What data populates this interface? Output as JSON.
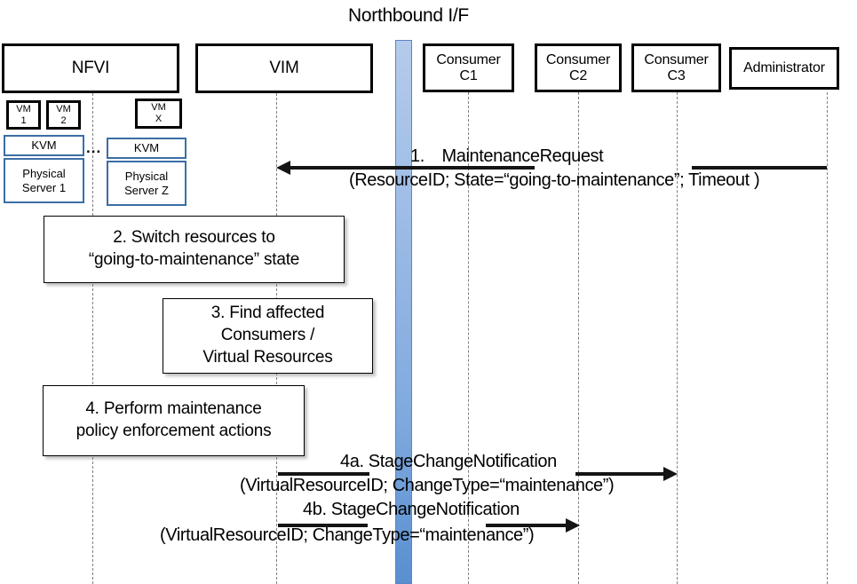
{
  "diagram": {
    "title": "Northbound I/F",
    "type": "uml-sequence-diagram"
  },
  "actors": [
    {
      "id": "nfvi",
      "label": "NFVI"
    },
    {
      "id": "vim",
      "label": "VIM"
    },
    {
      "id": "consumer_c1",
      "label": "Consumer\nC1",
      "line1": "Consumer",
      "line2": "C1"
    },
    {
      "id": "consumer_c2",
      "label": "Consumer\nC2",
      "line1": "Consumer",
      "line2": "C2"
    },
    {
      "id": "consumer_c3",
      "label": "Consumer\nC3",
      "line1": "Consumer",
      "line2": "C3"
    },
    {
      "id": "administrator",
      "label": "Administrator"
    }
  ],
  "infrastructure": {
    "vm1": {
      "line1": "VM",
      "line2": "1"
    },
    "vm2": {
      "line1": "VM",
      "line2": "2"
    },
    "vmx": {
      "line1": "VM",
      "line2": "X"
    },
    "kvm_left": "KVM",
    "kvm_right": "KVM",
    "server_left_line1": "Physical",
    "server_left_line2": "Server 1",
    "server_right_line1": "Physical",
    "server_right_line2": "Server Z",
    "ellipsis": "..."
  },
  "notes": [
    {
      "id": "note-2",
      "line1": "2. Switch resources to",
      "line2": "“going-to-maintenance” state"
    },
    {
      "id": "note-3",
      "line1": "3. Find affected",
      "line2": "Consumers /",
      "line3": "Virtual Resources"
    },
    {
      "id": "note-4",
      "line1": "4. Perform maintenance",
      "line2": "policy enforcement actions"
    }
  ],
  "messages": [
    {
      "id": "msg-1",
      "number": "1.",
      "name": "MaintenanceRequest",
      "title": "1. MaintenanceRequest",
      "params": "(ResourceID; State=“going-to-maintenance”; Timeout )",
      "from": "administrator",
      "to": "vim",
      "direction": "left"
    },
    {
      "id": "msg-4a",
      "number": "4a.",
      "name": "StageChangeNotification",
      "title": "4a. StageChangeNotification",
      "params": "(VirtualResourceID; ChangeType=“maintenance”)",
      "from": "vim",
      "to": "consumer_c3",
      "direction": "right"
    },
    {
      "id": "msg-4b",
      "number": "4b.",
      "name": "StageChangeNotification",
      "title": "4b. StageChangeNotification",
      "params": "(VirtualResourceID; ChangeType=“maintenance”)",
      "from": "vim",
      "to": "consumer_c2",
      "direction": "right"
    }
  ],
  "colors": {
    "northbound_bar_top": "#b4cbeb",
    "northbound_bar_bottom": "#598fd0",
    "infra_border": "#3b6ea5",
    "line": "#141414",
    "lifeline": "#808080"
  }
}
